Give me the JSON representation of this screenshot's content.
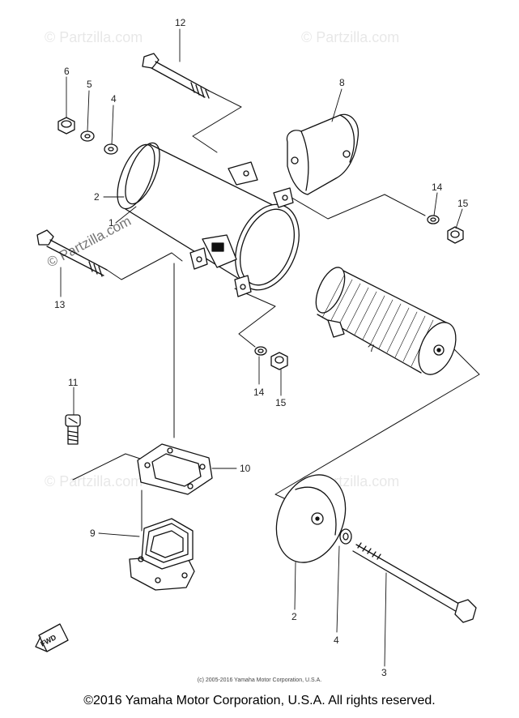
{
  "diagram": {
    "callouts": {
      "c1": "1",
      "c2a": "2",
      "c2b": "2",
      "c3": "3",
      "c4a": "4",
      "c4b": "4",
      "c5": "5",
      "c6": "6",
      "c7": "7",
      "c8": "8",
      "c9": "9",
      "c10": "10",
      "c11": "11",
      "c12": "12",
      "c13": "13",
      "c14a": "14",
      "c14b": "14",
      "c15a": "15",
      "c15b": "15"
    },
    "watermark": "© Partzilla.com",
    "fwd_label": "FWD"
  },
  "small_copyright": "(c) 2005-2016 Yamaha Motor Corporation, U.S.A.",
  "footer_copyright": "©2016 Yamaha Motor Corporation, U.S.A. All rights reserved."
}
